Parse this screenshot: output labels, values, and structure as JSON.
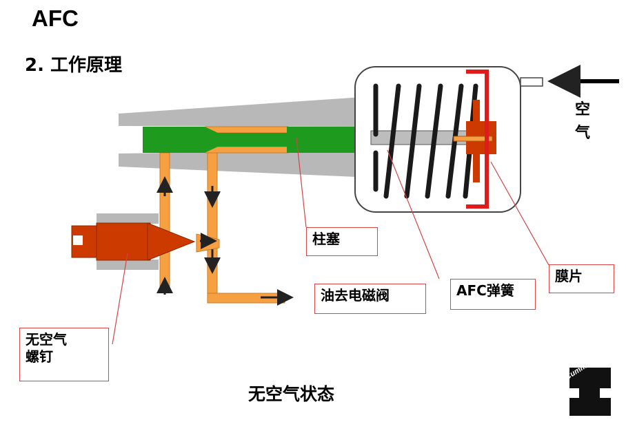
{
  "header": {
    "title": "AFC",
    "subtitle": "2. 工作原理"
  },
  "labels": {
    "plunger": "柱塞",
    "to_solenoid_valve": "油去电磁阀",
    "afc_spring": "AFC弹簧",
    "diaphragm": "膜片",
    "no_air_screw_line1": "无空气",
    "no_air_screw_line2": "螺钉",
    "air_line1": "空",
    "air_line2": "气"
  },
  "caption": "无空气状态",
  "logo": {
    "text": "Cummins"
  },
  "colors": {
    "oil": "#F7A042",
    "plunger": "#1E9A1E",
    "screw": "#CC3A00",
    "diaphragm": "#E01B1B",
    "housing": "#B8B8B8",
    "spring": "#1A1A1A",
    "leader_line": "#D44444"
  }
}
